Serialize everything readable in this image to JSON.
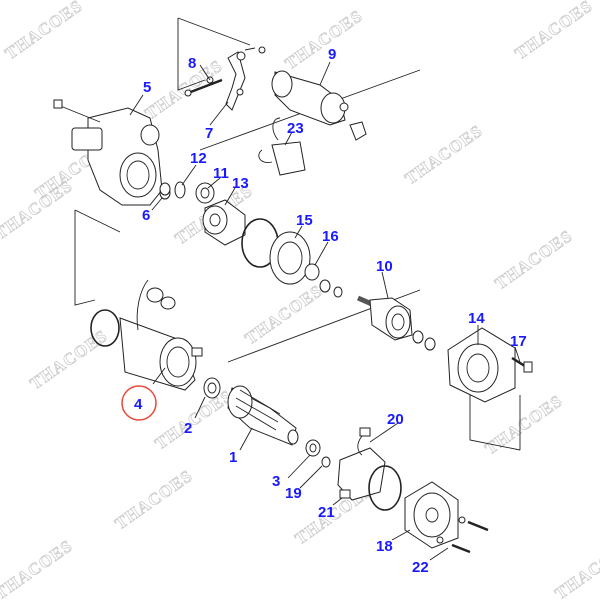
{
  "diagram": {
    "watermark": "THACOES",
    "callouts": [
      "1",
      "2",
      "3",
      "4",
      "5",
      "6",
      "7",
      "8",
      "9",
      "10",
      "11",
      "12",
      "13",
      "14",
      "15",
      "16",
      "17",
      "18",
      "19",
      "20",
      "21",
      "22",
      "23"
    ],
    "callout_color": "#1a1aff",
    "highlight_color": "#e64a3b",
    "highlighted_callout": "4"
  }
}
